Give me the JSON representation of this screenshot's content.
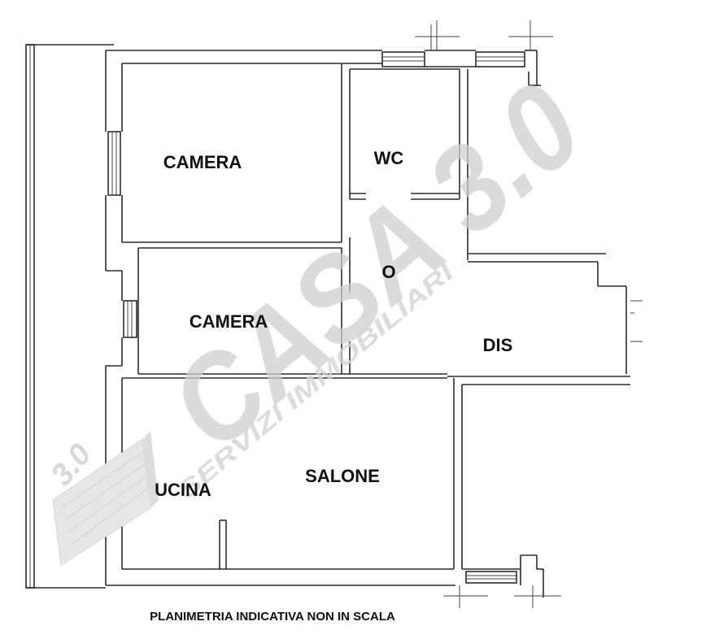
{
  "rooms": {
    "camera_top": "CAMERA",
    "wc": "WC",
    "camera_mid": "CAMERA",
    "dis": "DIS",
    "salone": "SALONE",
    "cucina_partial": "UCINA",
    "rip_partial": "O"
  },
  "caption": "PLANIMETRIA INDICATIVA NON IN SCALA",
  "watermark": {
    "brand": "CASA 3.0",
    "tagline": "SERVIZI IMMOBILIARI",
    "logo_text": "3.0",
    "color": "#cfcfcf"
  },
  "colors": {
    "wall": "#2b2b2b",
    "background": "#ffffff"
  }
}
